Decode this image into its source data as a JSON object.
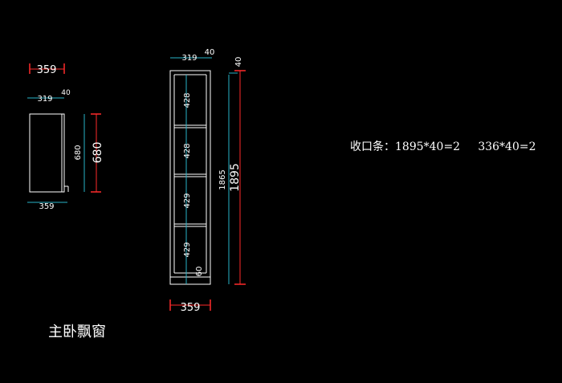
{
  "colors": {
    "background": "#000000",
    "outline": "#ffffff",
    "dim_red": "#ff2a2a",
    "dim_cyan": "#28b4c8",
    "text": "#ffffff"
  },
  "left_elevation": {
    "dim_top_overall": "359",
    "dim_top_inner": "319",
    "dim_top_side": "40",
    "dim_height_inner": "680",
    "dim_height_overall": "680",
    "dim_bottom": "359"
  },
  "tall_cabinet": {
    "dim_top_inner": "319",
    "dim_top_side": "40",
    "dim_top_right": "40",
    "shelves": [
      "428",
      "428",
      "429",
      "429"
    ],
    "dim_plinth": "60",
    "dim_height_inner": "1865",
    "dim_height_overall": "1895",
    "dim_bottom_overall": "359"
  },
  "note": "收口条：1895*40=2     336*40=2",
  "title": "主卧飘窗"
}
